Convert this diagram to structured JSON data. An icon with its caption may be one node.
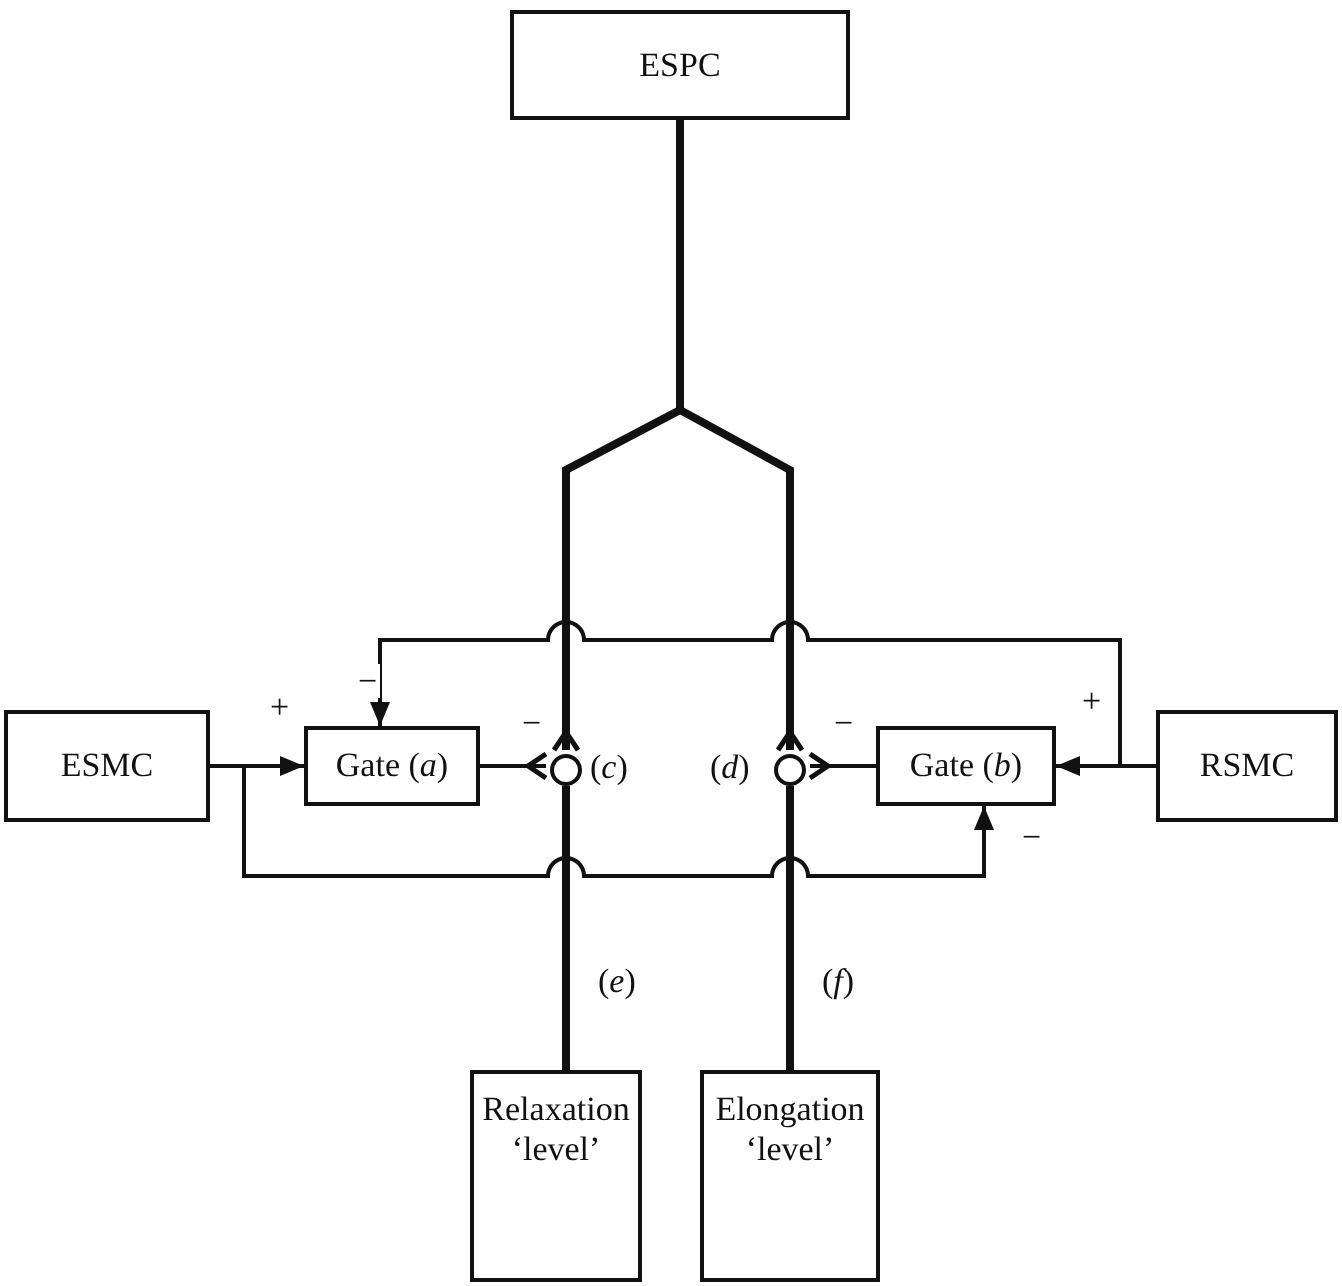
{
  "diagram": {
    "nodes": [
      {
        "text": [
          "ESPC"
        ]
      },
      {
        "text": [
          "ESMC"
        ]
      },
      {
        "text": [
          "Gate (*a*)"
        ]
      },
      {
        "text": [],
        "shape": "circle",
        "beside": [
          "(*c*)"
        ]
      },
      {
        "text": [],
        "shape": "circle",
        "beside": [
          "(*d*)"
        ]
      },
      {
        "text": [
          "Gate (*b*)"
        ]
      },
      {
        "text": [
          "RSMC"
        ]
      },
      {
        "text": [
          "Relaxation ‘level’"
        ]
      },
      {
        "text": [
          "Elongation ‘level’"
        ]
      }
    ],
    "edges": [
      {
        "from": 0,
        "to": 3,
        "arrow": "other",
        "style": "thick",
        "label": "−"
      },
      {
        "from": 0,
        "to": 4,
        "arrow": "other",
        "style": "thick",
        "label": "−"
      },
      {
        "from": 1,
        "to": 2,
        "arrow": "to",
        "label": "+"
      },
      {
        "from": 1,
        "to": 5,
        "arrow": "to",
        "label": "−"
      },
      {
        "from": 6,
        "to": 5,
        "arrow": "to",
        "label": "+"
      },
      {
        "from": 6,
        "to": 2,
        "arrow": "to",
        "label": "−"
      },
      {
        "from": 2,
        "to": 3,
        "arrow": "other"
      },
      {
        "from": 5,
        "to": 4,
        "arrow": "other"
      },
      {
        "from": 7,
        "to": 3,
        "arrow": "none",
        "style": "thick",
        "label": "(*e*)"
      },
      {
        "from": 8,
        "to": 4,
        "arrow": "none",
        "style": "thick",
        "label": "(*f*)"
      }
    ]
  }
}
